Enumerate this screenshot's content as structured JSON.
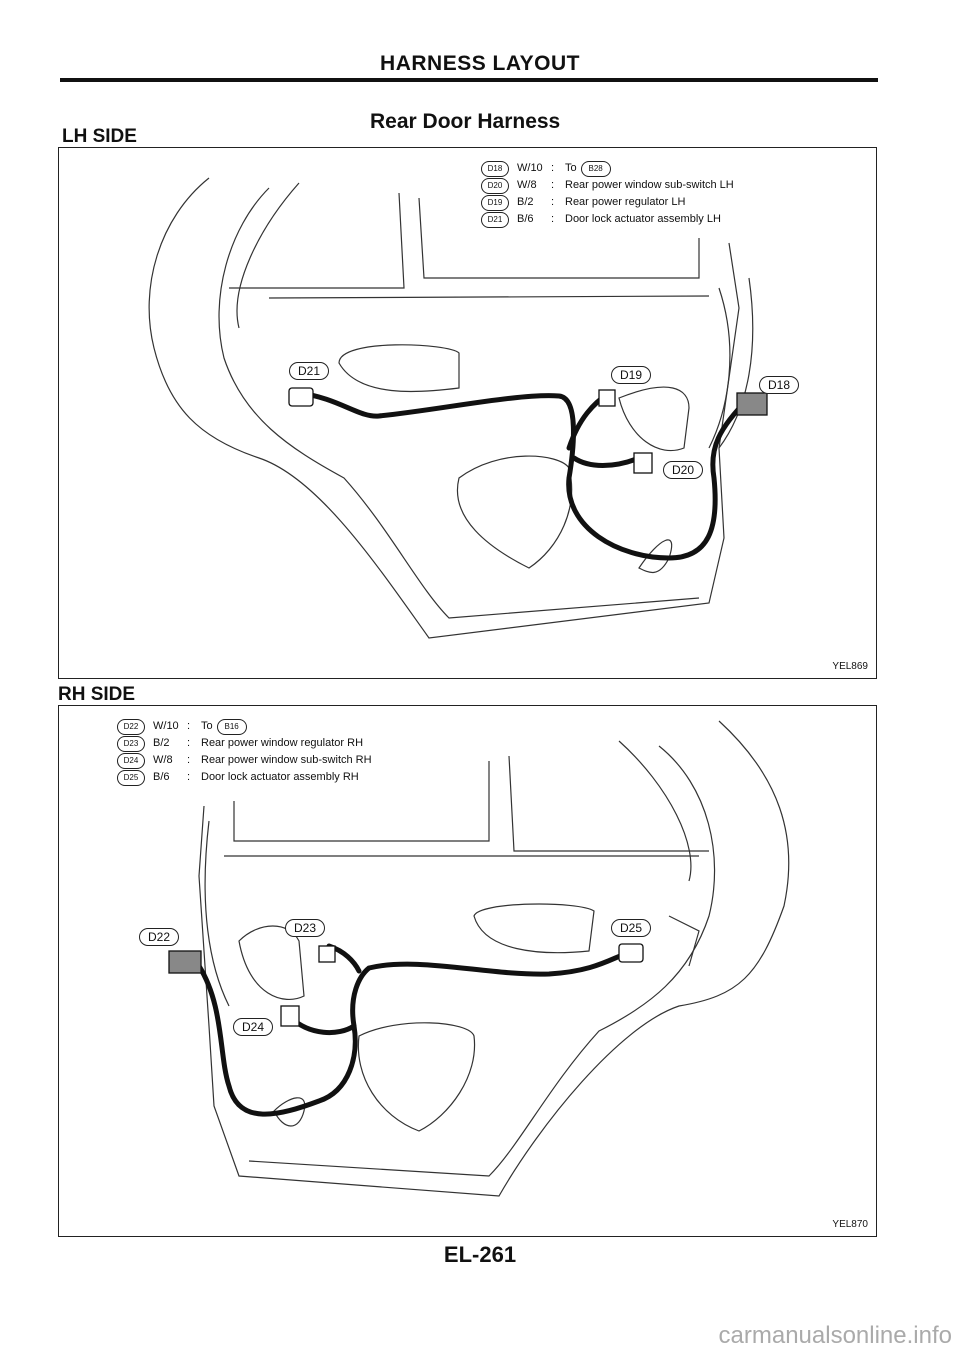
{
  "page": {
    "header": "HARNESS LAYOUT",
    "page_number": "EL-261",
    "watermark": "carmanualsonline.info"
  },
  "section": {
    "title": "Rear Door Harness"
  },
  "lh": {
    "label": "LH SIDE",
    "figure_code": "YEL869",
    "legend": [
      {
        "code": "D18",
        "wire": "W/10",
        "target_prefix": "To",
        "target_code": "B28",
        "desc": ""
      },
      {
        "code": "D20",
        "wire": "W/8",
        "target_prefix": "",
        "target_code": "",
        "desc": "Rear power window sub-switch LH"
      },
      {
        "code": "D19",
        "wire": "B/2",
        "target_prefix": "",
        "target_code": "",
        "desc": "Rear power regulator LH"
      },
      {
        "code": "D21",
        "wire": "B/6",
        "target_prefix": "",
        "target_code": "",
        "desc": "Door lock actuator assembly LH"
      }
    ],
    "connectors": [
      "D21",
      "D19",
      "D18",
      "D20"
    ]
  },
  "rh": {
    "label": "RH SIDE",
    "figure_code": "YEL870",
    "legend": [
      {
        "code": "D22",
        "wire": "W/10",
        "target_prefix": "To",
        "target_code": "B16",
        "desc": ""
      },
      {
        "code": "D23",
        "wire": "B/2",
        "target_prefix": "",
        "target_code": "",
        "desc": "Rear power window regulator RH"
      },
      {
        "code": "D24",
        "wire": "W/8",
        "target_prefix": "",
        "target_code": "",
        "desc": "Rear power window sub-switch RH"
      },
      {
        "code": "D25",
        "wire": "B/6",
        "target_prefix": "",
        "target_code": "",
        "desc": "Door lock actuator assembly RH"
      }
    ],
    "connectors": [
      "D22",
      "D23",
      "D25",
      "D24"
    ]
  }
}
